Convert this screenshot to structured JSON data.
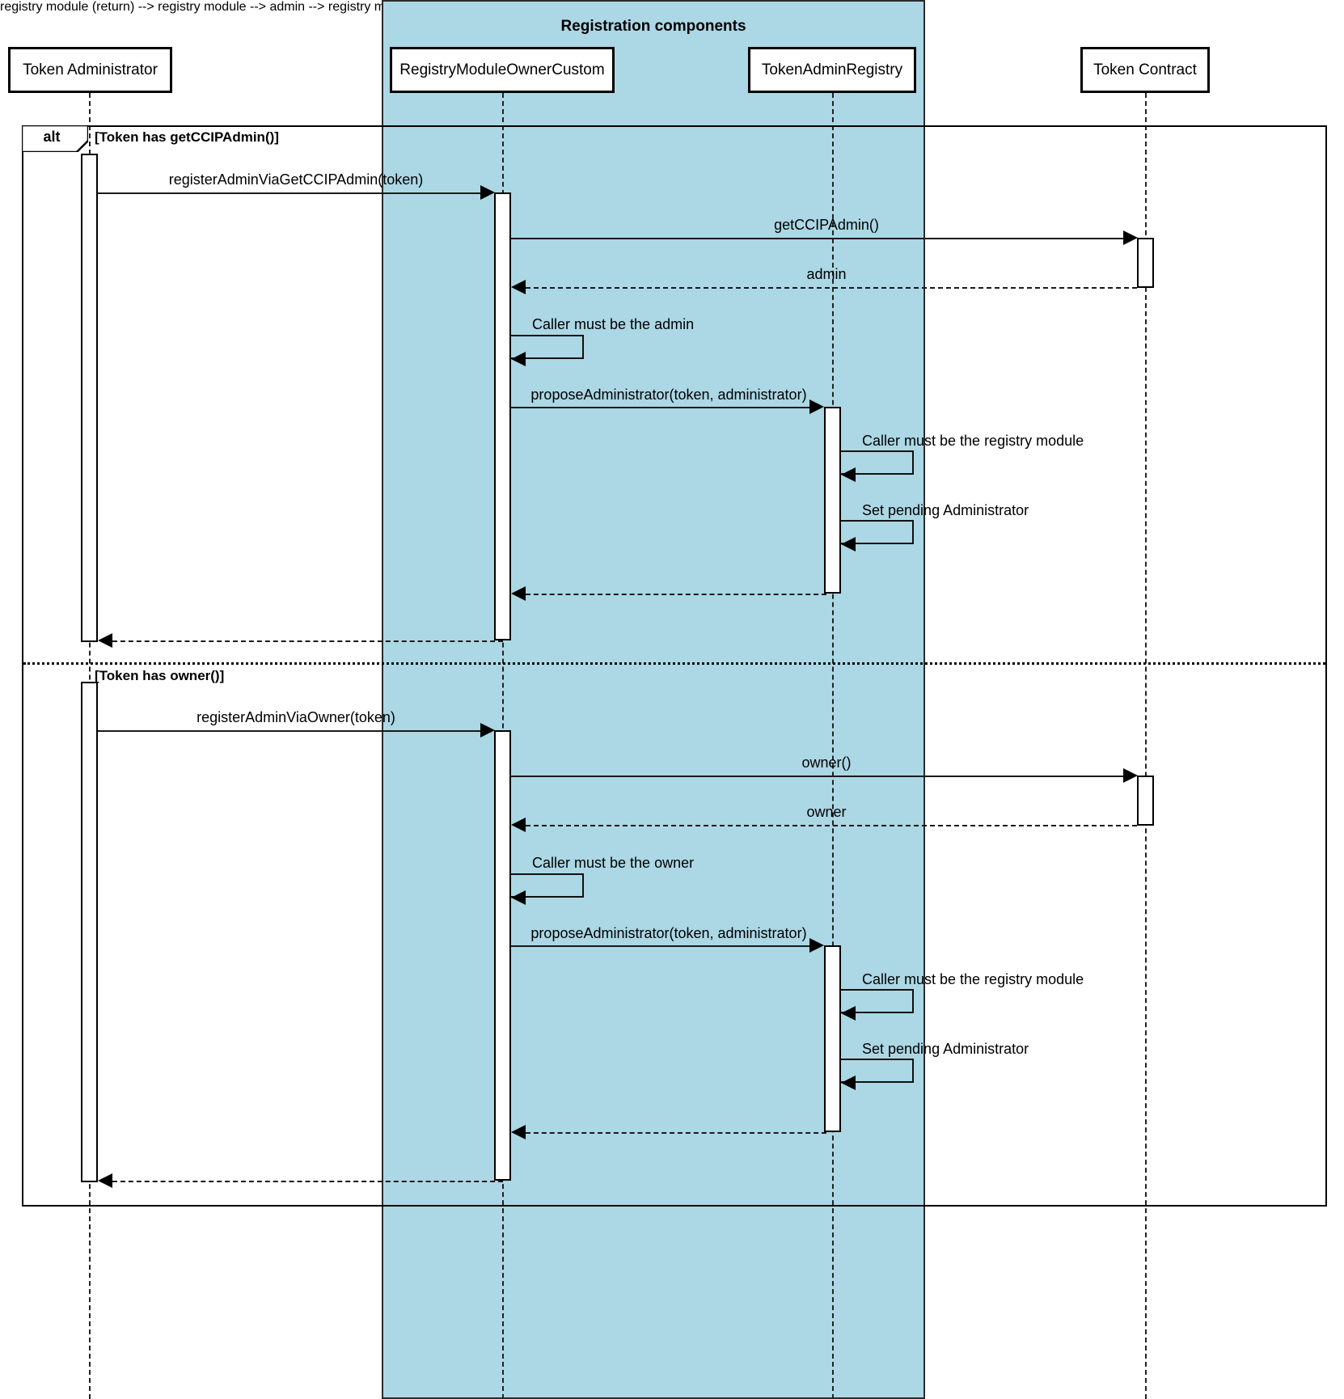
{
  "diagram": {
    "type": "uml-sequence-diagram",
    "group": {
      "title": "Registration components",
      "fill_color": "#ACD7E5"
    },
    "participants": [
      {
        "id": "admin",
        "label": "Token Administrator",
        "in_group": false
      },
      {
        "id": "registry_module",
        "label": "RegistryModuleOwnerCustom",
        "in_group": true
      },
      {
        "id": "token_admin_registry",
        "label": "TokenAdminRegistry",
        "in_group": true
      },
      {
        "id": "token_contract",
        "label": "Token Contract",
        "in_group": false
      }
    ],
    "combined_fragment": {
      "operator": "alt",
      "operands": [
        {
          "guard": "[Token has getCCIPAdmin()]"
        },
        {
          "guard": "[Token has owner()]"
        }
      ]
    },
    "messages": [
      {
        "seq": 1,
        "from": "admin",
        "to": "registry_module",
        "label": "registerAdminViaGetCCIPAdmin(token)",
        "kind": "call"
      },
      {
        "seq": 2,
        "from": "registry_module",
        "to": "token_contract",
        "label": "getCCIPAdmin()",
        "kind": "call"
      },
      {
        "seq": 3,
        "from": "token_contract",
        "to": "registry_module",
        "label": "admin",
        "kind": "return"
      },
      {
        "seq": 4,
        "from": "registry_module",
        "to": "registry_module",
        "label": "Caller must be the admin",
        "kind": "self"
      },
      {
        "seq": 5,
        "from": "registry_module",
        "to": "token_admin_registry",
        "label": "proposeAdministrator(token, administrator)",
        "kind": "call"
      },
      {
        "seq": 6,
        "from": "token_admin_registry",
        "to": "token_admin_registry",
        "label": "Caller must be the registry module",
        "kind": "self"
      },
      {
        "seq": 7,
        "from": "token_admin_registry",
        "to": "token_admin_registry",
        "label": "Set pending Administrator",
        "kind": "self"
      },
      {
        "seq": 8,
        "from": "token_admin_registry",
        "to": "registry_module",
        "label": "",
        "kind": "return"
      },
      {
        "seq": 9,
        "from": "registry_module",
        "to": "admin",
        "label": "",
        "kind": "return"
      },
      {
        "seq": 10,
        "from": "admin",
        "to": "registry_module",
        "label": "registerAdminViaOwner(token)",
        "kind": "call"
      },
      {
        "seq": 11,
        "from": "registry_module",
        "to": "token_contract",
        "label": "owner()",
        "kind": "call"
      },
      {
        "seq": 12,
        "from": "token_contract",
        "to": "registry_module",
        "label": "owner",
        "kind": "return"
      },
      {
        "seq": 13,
        "from": "registry_module",
        "to": "registry_module",
        "label": "Caller must be the owner",
        "kind": "self"
      },
      {
        "seq": 14,
        "from": "registry_module",
        "to": "token_admin_registry",
        "label": "proposeAdministrator(token, administrator)",
        "kind": "call"
      },
      {
        "seq": 15,
        "from": "token_admin_registry",
        "to": "token_admin_registry",
        "label": "Caller must be the registry module",
        "kind": "self"
      },
      {
        "seq": 16,
        "from": "token_admin_registry",
        "to": "token_admin_registry",
        "label": "Set pending Administrator",
        "kind": "self"
      },
      {
        "seq": 17,
        "from": "token_admin_registry",
        "to": "registry_module",
        "label": "",
        "kind": "return"
      },
      {
        "seq": 18,
        "from": "registry_module",
        "to": "admin",
        "label": "",
        "kind": "return"
      }
    ]
  }
}
